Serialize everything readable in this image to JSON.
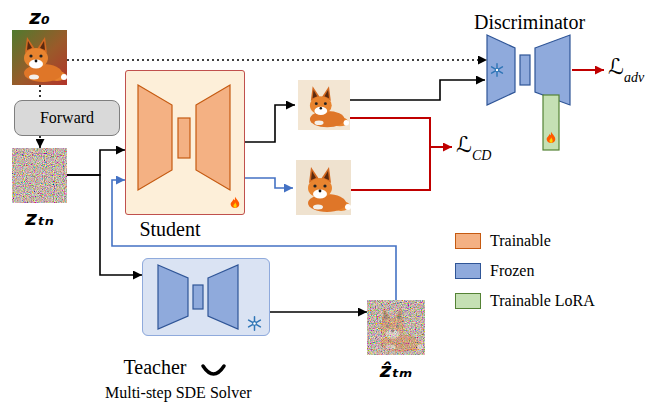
{
  "diagram": {
    "nodes": [
      {
        "text": [
          "z₀"
        ]
      },
      {
        "text": [
          "Discriminator"
        ]
      },
      {
        "text": [
          "Forward"
        ]
      },
      {
        "text": [
          "zₜₙ"
        ]
      },
      {
        "text": [
          "Student"
        ]
      },
      {
        "text": [
          "Teacher"
        ]
      },
      {
        "text": [
          "ẑₜₘ"
        ]
      }
    ],
    "edges": [
      {
        "from": 0,
        "to": 2,
        "arrow": "none"
      },
      {
        "from": 2,
        "to": 3,
        "arrow": "to"
      },
      {
        "from": 0,
        "to": 1,
        "arrow": "to"
      },
      {
        "from": 3,
        "to": 4,
        "arrow": "to"
      },
      {
        "from": 3,
        "to": 5,
        "arrow": "to"
      },
      {
        "from": 5,
        "to": 6,
        "arrow": "to"
      },
      {
        "from": 6,
        "to": 4,
        "arrow": "to"
      }
    ],
    "labels": [
      "ℒ",
      "adv",
      "ℒ",
      "CD",
      "Multi-step SDE Solver"
    ],
    "legend": [
      {
        "text": "Trainable",
        "color": "#f4b183"
      },
      {
        "text": "Frozen",
        "color": "#8faadc"
      },
      {
        "text": "Trainable LoRA",
        "color": "#c5e0b4"
      }
    ]
  }
}
